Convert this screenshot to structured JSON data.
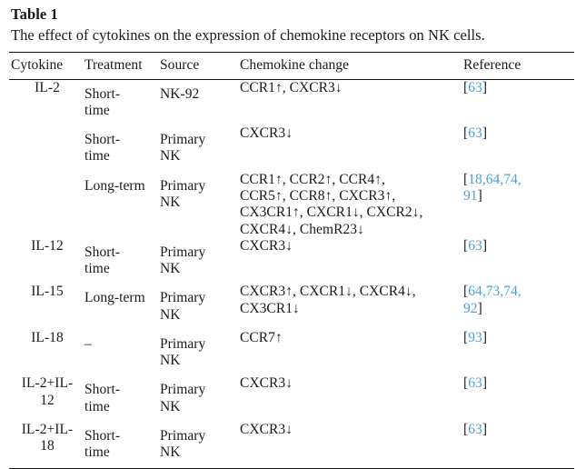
{
  "caption": {
    "label": "Table 1",
    "text": "The effect of cytokines on the expression of chemokine receptors on NK cells."
  },
  "colors": {
    "reference_link": "#4e9fd4",
    "text": "#1a1a1a",
    "rule": "#111111",
    "background": "#ffffff"
  },
  "table": {
    "headers": [
      "Cytokine",
      "Treatment",
      "Source",
      "Chemokine change",
      "Reference"
    ],
    "rows": [
      {
        "cytokine": "IL-2",
        "cytokine_rowspan": 3,
        "cytokine_on_row": 1,
        "treatment": "Short-\ntime",
        "treatment_lines": [
          "Short-",
          "time"
        ],
        "source": "NK-92",
        "source_lines": [
          "NK-92"
        ],
        "chemokine_change": "CCR1↑, CXCR3↓",
        "chemokine_lines": [
          "CCR1↑, CXCR3↓"
        ],
        "reference": "[63]",
        "reference_lines": [
          [
            {
              "t": "[",
              "link": false
            },
            {
              "t": "63",
              "link": true
            },
            {
              "t": "]",
              "link": false
            }
          ]
        ]
      },
      {
        "cytokine": "",
        "treatment": "Short-\ntime",
        "treatment_lines": [
          "Short-",
          "time"
        ],
        "source": "Primary\nNK",
        "source_lines": [
          "Primary",
          "NK"
        ],
        "chemokine_change": "CXCR3↓",
        "chemokine_lines": [
          "CXCR3↓"
        ],
        "reference": "[63]",
        "reference_lines": [
          [
            {
              "t": "[",
              "link": false
            },
            {
              "t": "63",
              "link": true
            },
            {
              "t": "]",
              "link": false
            }
          ]
        ]
      },
      {
        "cytokine": "",
        "treatment": "Long-term",
        "treatment_lines": [
          "Long-term"
        ],
        "source": "Primary\nNK",
        "source_lines": [
          "Primary",
          "NK"
        ],
        "chemokine_change": "CCR1↑, CCR2↑, CCR4↑, CCR5↑, CCR8↑, CXCR3↑, CX3CR1↑, CXCR1↓, CXCR2↓, CXCR4↓, ChemR23↓",
        "chemokine_lines": [
          "CCR1↑, CCR2↑, CCR4↑,",
          "CCR5↑, CCR8↑, CXCR3↑,",
          "CX3CR1↑, CXCR1↓, CXCR2↓,",
          "CXCR4↓, ChemR23↓"
        ],
        "reference": "[18,64,74,91]",
        "reference_lines": [
          [
            {
              "t": "[",
              "link": false
            },
            {
              "t": "18,64,74,",
              "link": true
            }
          ],
          [
            {
              "t": "91",
              "link": true
            },
            {
              "t": "]",
              "link": false
            }
          ]
        ]
      },
      {
        "cytokine": "IL-12",
        "cytokine_rowspan": 1,
        "treatment": "Short-\ntime",
        "treatment_lines": [
          "Short-",
          "time"
        ],
        "source": "Primary\nNK",
        "source_lines": [
          "Primary",
          "NK"
        ],
        "chemokine_change": "CXCR3↓",
        "chemokine_lines": [
          "CXCR3↓"
        ],
        "reference": "[63]",
        "reference_lines": [
          [
            {
              "t": "[",
              "link": false
            },
            {
              "t": "63",
              "link": true
            },
            {
              "t": "]",
              "link": false
            }
          ]
        ]
      },
      {
        "cytokine": "IL-15",
        "cytokine_rowspan": 1,
        "treatment": "Long-term",
        "treatment_lines": [
          "Long-term"
        ],
        "source": "Primary\nNK",
        "source_lines": [
          "Primary",
          "NK"
        ],
        "chemokine_change": "CXCR3↑, CXCR1↓, CXCR4↓, CX3CR1↓",
        "chemokine_lines": [
          "CXCR3↑, CXCR1↓, CXCR4↓,",
          "CX3CR1↓"
        ],
        "reference": "[64,73,74,92]",
        "reference_lines": [
          [
            {
              "t": "[",
              "link": false
            },
            {
              "t": "64,73,74,",
              "link": true
            }
          ],
          [
            {
              "t": "92",
              "link": true
            },
            {
              "t": "]",
              "link": false
            }
          ]
        ]
      },
      {
        "cytokine": "IL-18",
        "cytokine_rowspan": 1,
        "treatment": "–",
        "treatment_lines": [
          "–"
        ],
        "source": "Primary\nNK",
        "source_lines": [
          "Primary",
          "NK"
        ],
        "chemokine_change": "CCR7↑",
        "chemokine_lines": [
          "CCR7↑"
        ],
        "reference": "[93]",
        "reference_lines": [
          [
            {
              "t": "[",
              "link": false
            },
            {
              "t": "93",
              "link": true
            },
            {
              "t": "]",
              "link": false
            }
          ]
        ]
      },
      {
        "cytokine": "IL-2+IL-12",
        "cytokine_lines": [
          "IL-2+IL-",
          "12"
        ],
        "cytokine_rowspan": 1,
        "treatment": "Short-\ntime",
        "treatment_lines": [
          "Short-",
          "time"
        ],
        "source": "Primary\nNK",
        "source_lines": [
          "Primary",
          "NK"
        ],
        "chemokine_change": "CXCR3↓",
        "chemokine_lines": [
          "CXCR3↓"
        ],
        "reference": "[63]",
        "reference_lines": [
          [
            {
              "t": "[",
              "link": false
            },
            {
              "t": "63",
              "link": true
            },
            {
              "t": "]",
              "link": false
            }
          ]
        ]
      },
      {
        "cytokine": "IL-2+IL-18",
        "cytokine_lines": [
          "IL-2+IL-",
          "18"
        ],
        "cytokine_rowspan": 1,
        "treatment": "Short-\ntime",
        "treatment_lines": [
          "Short-",
          "time"
        ],
        "source": "Primary\nNK",
        "source_lines": [
          "Primary",
          "NK"
        ],
        "chemokine_change": "CXCR3↓",
        "chemokine_lines": [
          "CXCR3↓"
        ],
        "reference": "[63]",
        "reference_lines": [
          [
            {
              "t": "[",
              "link": false
            },
            {
              "t": "63",
              "link": true
            },
            {
              "t": "]",
              "link": false
            }
          ]
        ]
      }
    ]
  }
}
